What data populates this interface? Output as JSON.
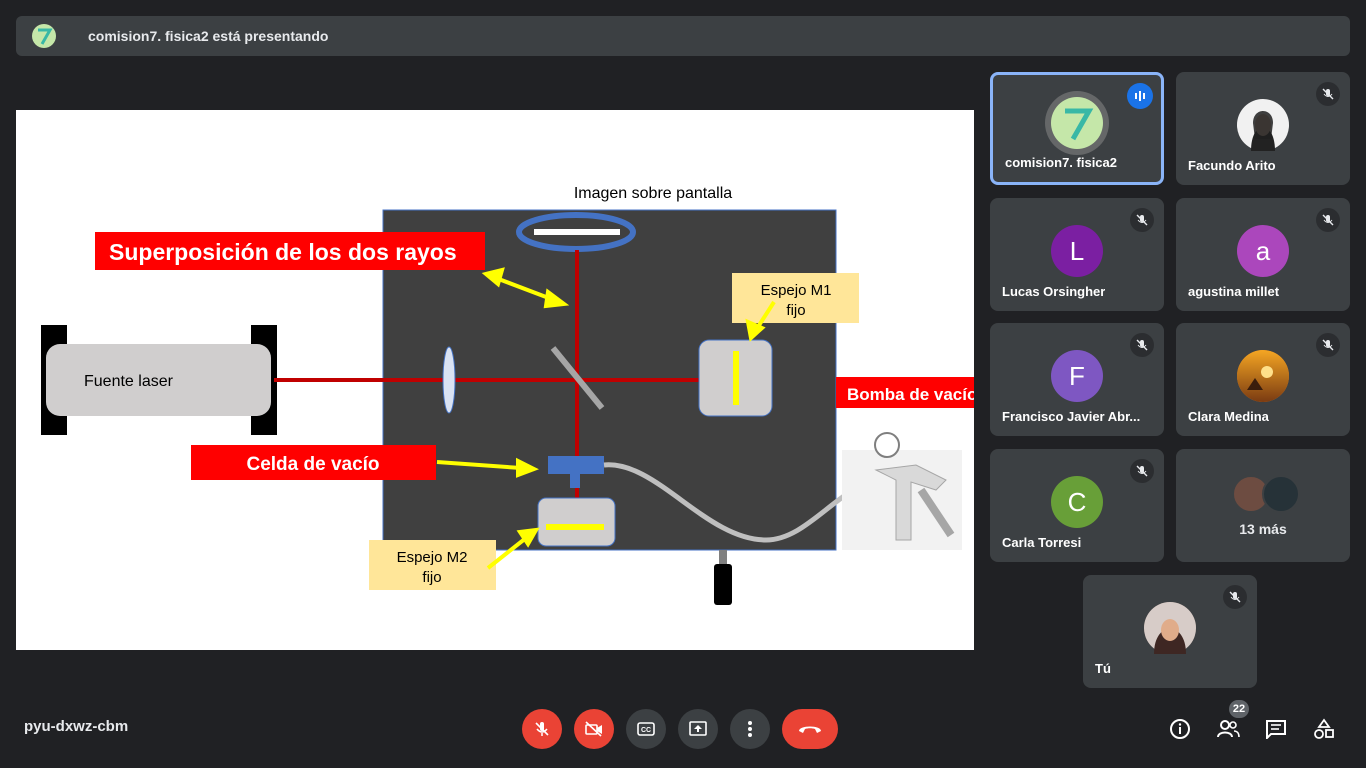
{
  "banner": {
    "text": "comision7. fisica2 está presentando"
  },
  "slide": {
    "screen_label": "Imagen sobre pantalla",
    "superposition_label": "Superposición  de los dos rayos",
    "laser_label": "Fuente  laser",
    "mirror_m1_line1": "Espejo M1",
    "mirror_m1_line2": "fijo",
    "pump_label": "Bomba de vacío",
    "vacuum_cell_label": "Celda de vacío",
    "mirror_m2_line1": "Espejo M2",
    "mirror_m2_line2": "fijo"
  },
  "participants": [
    {
      "name": "comision7. fisica2",
      "speaking": true
    },
    {
      "name": "Facundo Arito"
    },
    {
      "name": "Lucas Orsingher",
      "initial": "L",
      "color": "#7b1fa2"
    },
    {
      "name": "agustina millet",
      "initial": "a",
      "color": "#ab47bc"
    },
    {
      "name": "Francisco Javier Abr...",
      "initial": "F",
      "color": "#7e57c2"
    },
    {
      "name": "Clara Medina"
    },
    {
      "name": "Carla Torresi",
      "initial": "C",
      "color": "#689f38"
    },
    {
      "more": "13 más"
    },
    {
      "name": "Tú"
    }
  ],
  "bottom_bar": {
    "meeting_code": "pyu-dxwz-cbm",
    "people_count": "22"
  },
  "icons": {
    "mic": "mic-off-icon",
    "camera": "camera-off-icon",
    "captions": "captions-icon",
    "present": "present-icon",
    "more": "more-vert-icon",
    "hangup": "call-end-icon",
    "info": "info-icon",
    "people": "people-icon",
    "chat": "chat-icon",
    "activities": "activities-icon"
  },
  "colors": {
    "accent": "#8ab4f8",
    "danger": "#ea4335",
    "slide_red": "#ff0000",
    "slide_yellow": "#ffff00"
  }
}
